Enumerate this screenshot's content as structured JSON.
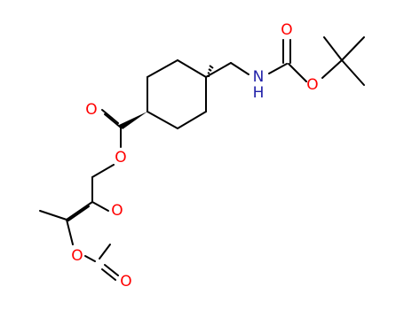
{
  "molecule": {
    "atoms": {
      "o_boc_carbonyl": "O",
      "n_amide": "N",
      "h_amide": "H",
      "o_boc_ester": "O",
      "o_ester_carbonyl": "O",
      "o_ester": "O",
      "o_ring_top": "O",
      "o_ring_bottom": "O",
      "o_carbonate": "O"
    },
    "colors": {
      "oxygen": "#ff0000",
      "nitrogen": "#1f1fa8",
      "bond": "#000000",
      "background": "#ffffff"
    }
  }
}
